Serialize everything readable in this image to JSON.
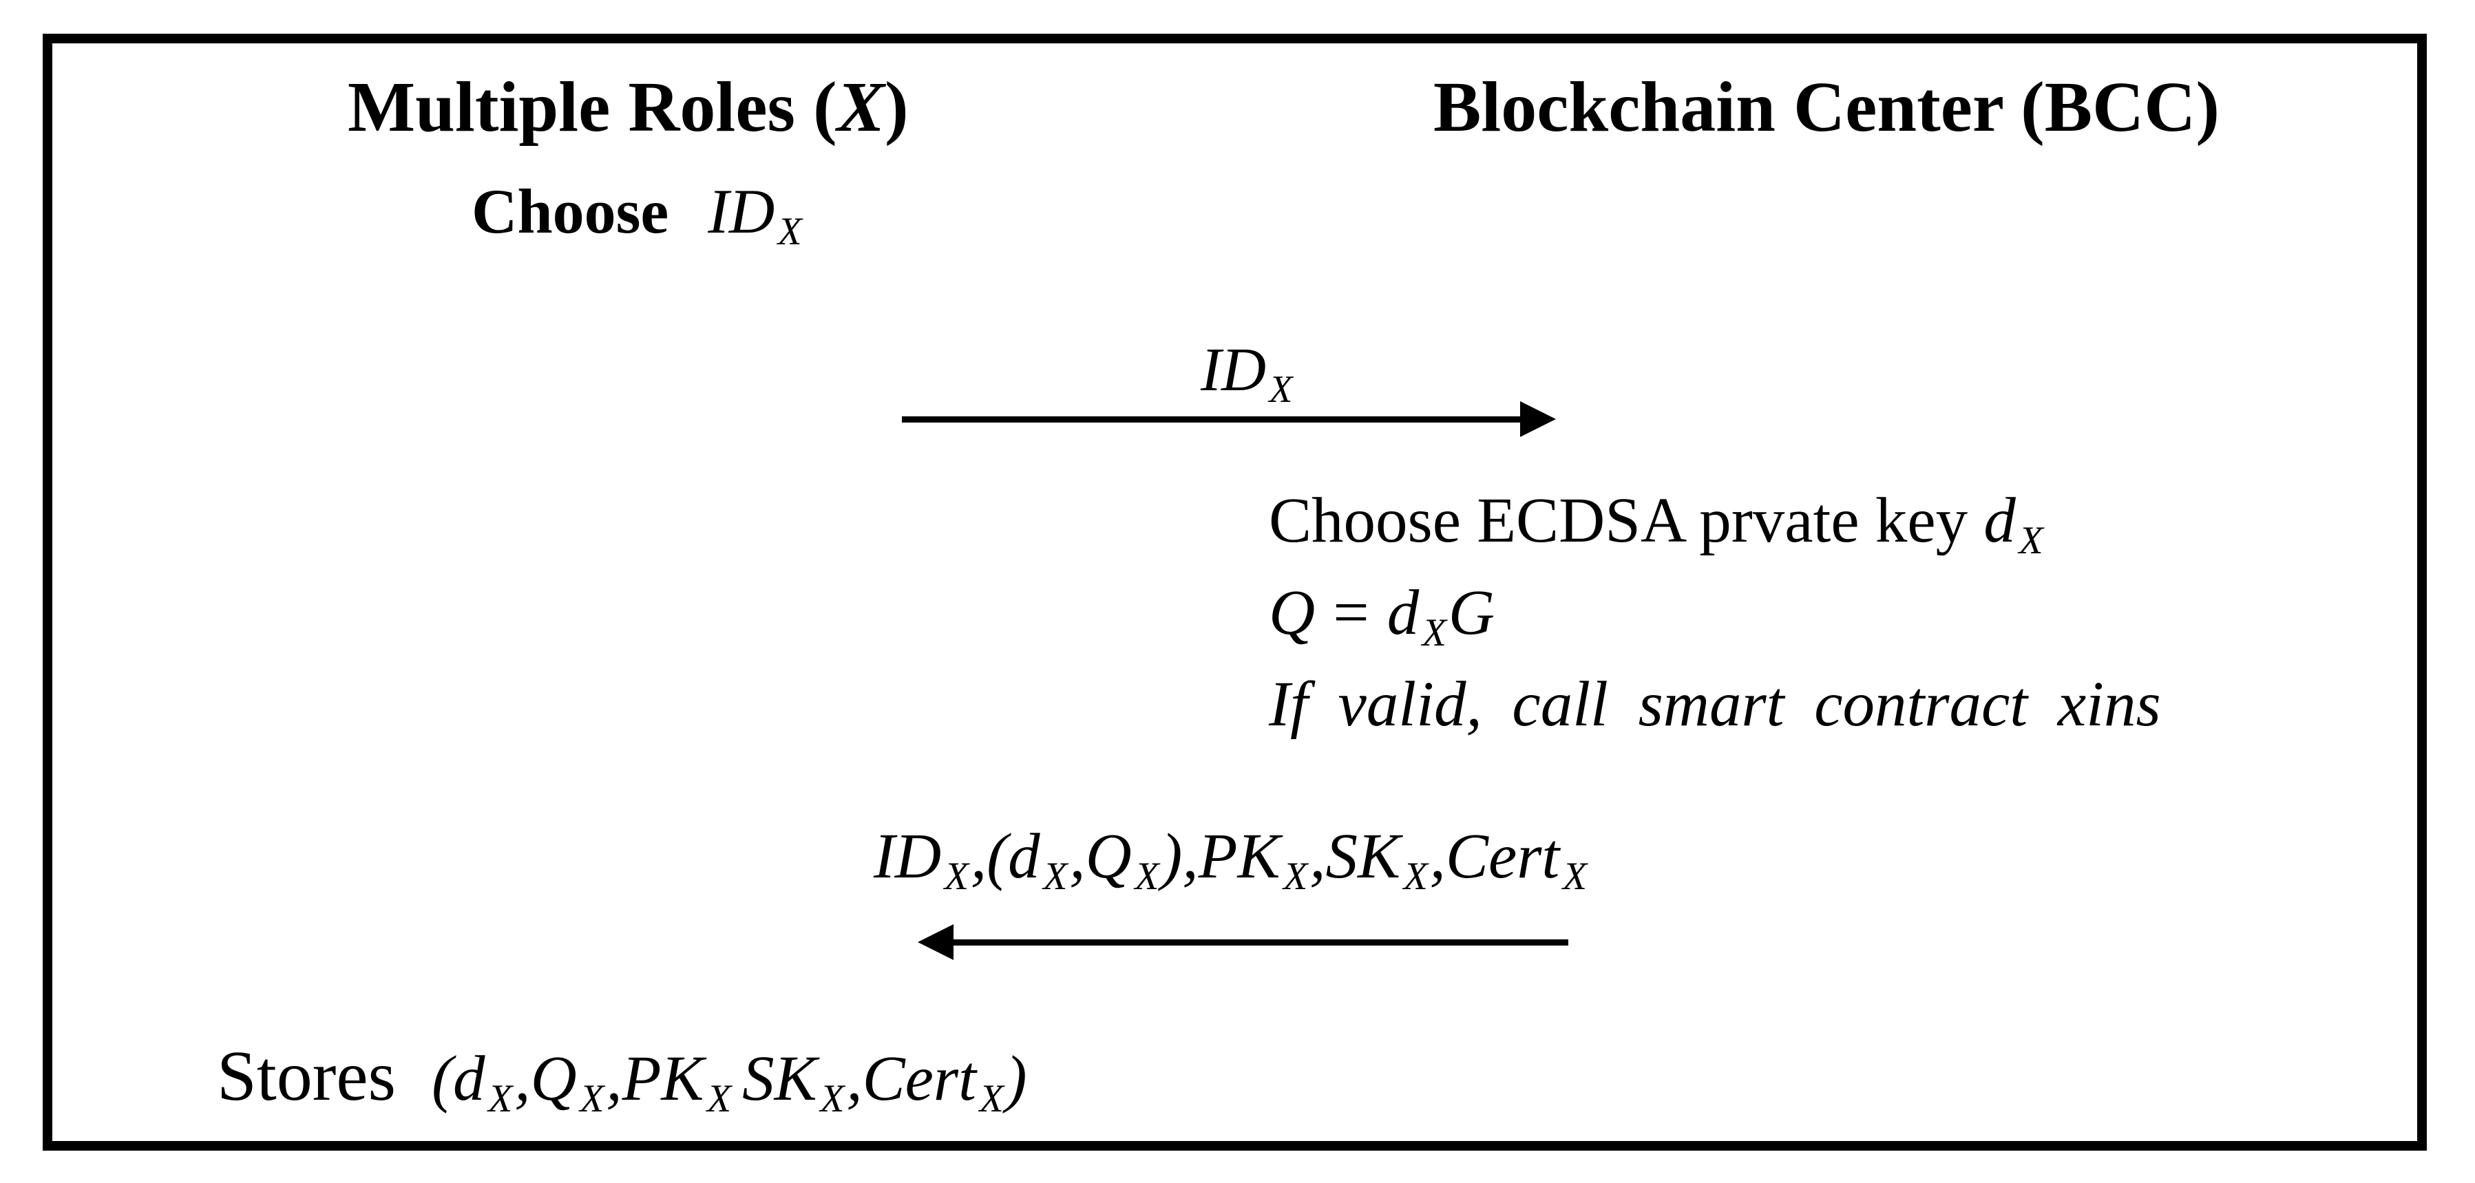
{
  "colors": {
    "ink": "#000000",
    "background": "#ffffff"
  },
  "diagram": {
    "headers": {
      "left": {
        "segments": [
          [
            "Multiple Roles (",
            "b"
          ],
          [
            "X",
            "bi"
          ],
          [
            ")",
            "b"
          ]
        ]
      },
      "right": {
        "segments": [
          [
            "Blockchain Center (BCC)",
            "b"
          ]
        ]
      }
    },
    "steps": {
      "choose_id": {
        "segments": [
          [
            "Choose",
            "b"
          ],
          [
            "ID",
            "ig"
          ],
          [
            "X",
            "sub"
          ]
        ]
      },
      "bcc_line1": {
        "segments": [
          [
            "Choose ECDSA prvate key ",
            "r"
          ],
          [
            "d",
            "i"
          ],
          [
            "X",
            "sub"
          ]
        ]
      },
      "bcc_line2": {
        "segments": [
          [
            "Q",
            "i"
          ],
          [
            "=",
            "eq"
          ],
          [
            "d",
            "i"
          ],
          [
            "X",
            "sub"
          ],
          [
            "G",
            "i"
          ]
        ]
      },
      "bcc_line3": {
        "segments": [
          [
            "If valid, call smart contract xins",
            "i"
          ]
        ]
      },
      "stores": {
        "segments": [
          [
            "Stores",
            "stores"
          ],
          [
            "(",
            "i"
          ],
          [
            "d",
            "i"
          ],
          [
            "X",
            "sub"
          ],
          [
            ",",
            "i"
          ],
          [
            "Q",
            "i"
          ],
          [
            "X",
            "sub"
          ],
          [
            ",",
            "i"
          ],
          [
            "PK",
            "i"
          ],
          [
            "X",
            "sub"
          ],
          [
            "SK",
            "isp"
          ],
          [
            "X",
            "sub"
          ],
          [
            ",",
            "i"
          ],
          [
            "Cert",
            "i"
          ],
          [
            "X",
            "sub"
          ],
          [
            ")",
            "i"
          ]
        ]
      }
    },
    "messages": [
      {
        "direction": "right",
        "from": "Multiple Roles (X)",
        "to": "Blockchain Center (BCC)",
        "label": {
          "segments": [
            [
              "ID",
              "i"
            ],
            [
              "X",
              "sub"
            ]
          ]
        }
      },
      {
        "direction": "left",
        "from": "Blockchain Center (BCC)",
        "to": "Multiple Roles (X)",
        "label": {
          "segments": [
            [
              "ID",
              "i"
            ],
            [
              "X",
              "sub"
            ],
            [
              ",(",
              "i"
            ],
            [
              "d",
              "i"
            ],
            [
              "X",
              "sub"
            ],
            [
              ",",
              "i"
            ],
            [
              "Q",
              "i"
            ],
            [
              "X",
              "sub"
            ],
            [
              "),",
              "i"
            ],
            [
              "PK",
              "i"
            ],
            [
              "X",
              "sub"
            ],
            [
              ",",
              "i"
            ],
            [
              "SK",
              "i"
            ],
            [
              "X",
              "sub"
            ],
            [
              ",",
              "i"
            ],
            [
              "Cert",
              "i"
            ],
            [
              "X",
              "sub"
            ]
          ]
        }
      }
    ]
  }
}
